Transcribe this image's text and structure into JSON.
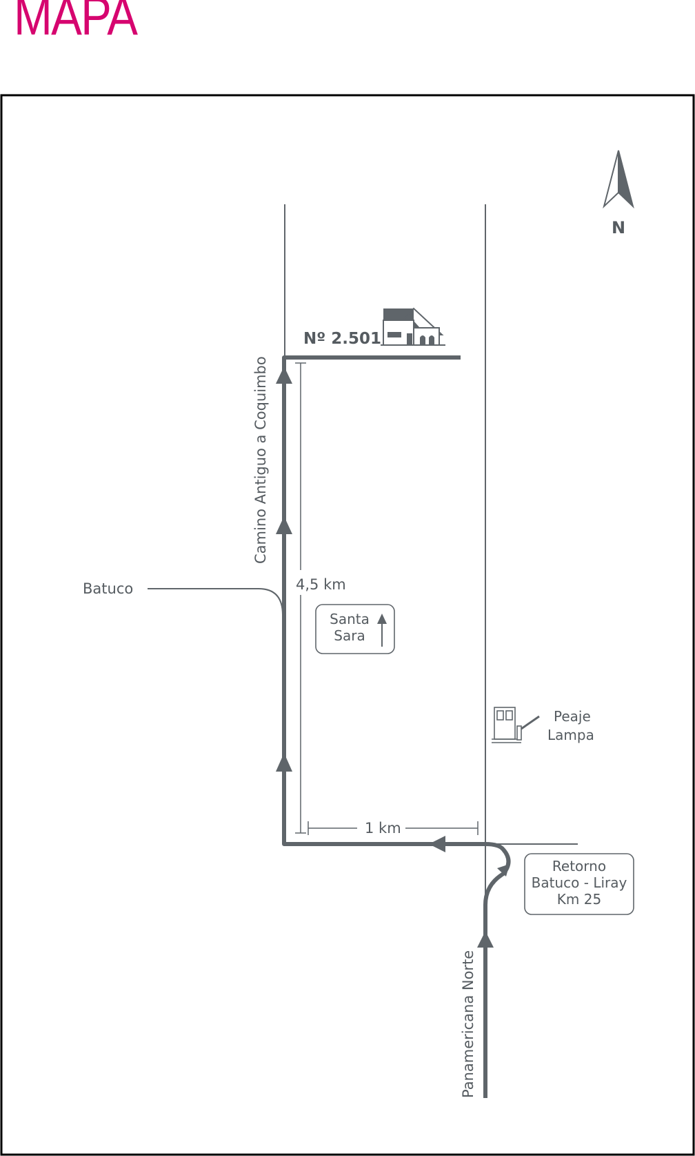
{
  "title": "MAPA",
  "colors": {
    "title": "#d6056f",
    "road": "#5f656a",
    "frame": "#000000"
  },
  "map": {
    "north_label": "N",
    "address": "Nº 2.501",
    "road_camino": "Camino Antiguo a Coquimbo",
    "road_panamericana": "Panamericana Norte",
    "town_batuco": "Batuco",
    "distance_vertical": "4,5 km",
    "distance_horizontal": "1 km",
    "sign_santa_line1": "Santa",
    "sign_santa_line2": "Sara",
    "toll_line1": "Peaje",
    "toll_line2": "Lampa",
    "retorno_line1": "Retorno",
    "retorno_line2": "Batuco - Liray",
    "retorno_line3": "Km 25",
    "icons": [
      "north-arrow-icon",
      "house-icon",
      "toll-booth-icon",
      "direction-arrow-icon"
    ]
  }
}
